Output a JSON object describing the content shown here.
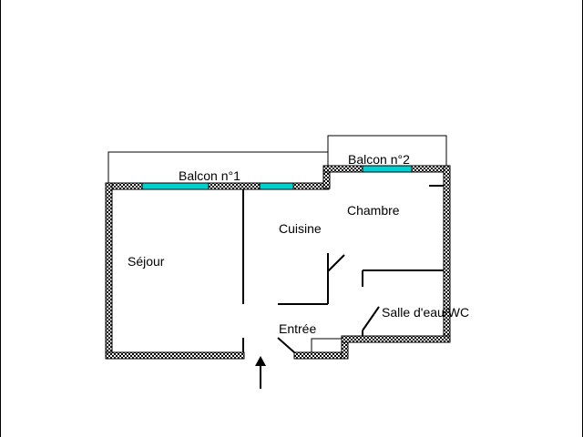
{
  "plan": {
    "rooms": {
      "balcon1": "Balcon n°1",
      "balcon2": "Balcon n°2",
      "chambre": "Chambre",
      "cuisine": "Cuisine",
      "sejour": "Séjour",
      "entree": "Entrée",
      "salle_eau": "Salle d'eau/WC"
    },
    "colors": {
      "wall": "#000000",
      "window": "#00d0d0",
      "background": "#ffffff"
    },
    "icons": {
      "entrance": "arrow-up-icon"
    }
  }
}
